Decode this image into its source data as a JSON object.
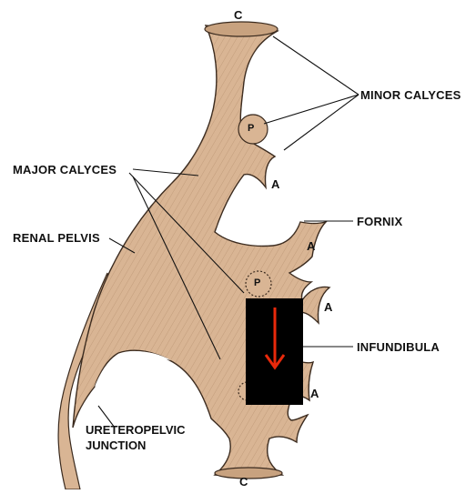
{
  "labels": {
    "minor_calyces": "MINOR CALYCES",
    "major_calyces": "MAJOR CALYCES",
    "renal_pelvis": "RENAL PELVIS",
    "fornix": "FORNIX",
    "infundibula": "INFUNDIBULA",
    "ureteropelvic_line1": "URETEROPELVIC",
    "ureteropelvic_line2": "JUNCTION"
  },
  "letters": {
    "c_top": "C",
    "c_bottom": "C",
    "a1": "A",
    "a2": "A",
    "a3": "A",
    "a4": "A",
    "p1": "P",
    "p2": "P"
  },
  "colors": {
    "tissue": "#d9b594",
    "tissue_dark": "#b48a66",
    "outline": "#3a2a1e",
    "overlay": "#000000",
    "arrow": "#e8290b"
  },
  "overlay": {
    "icon": "down-arrow-icon"
  }
}
